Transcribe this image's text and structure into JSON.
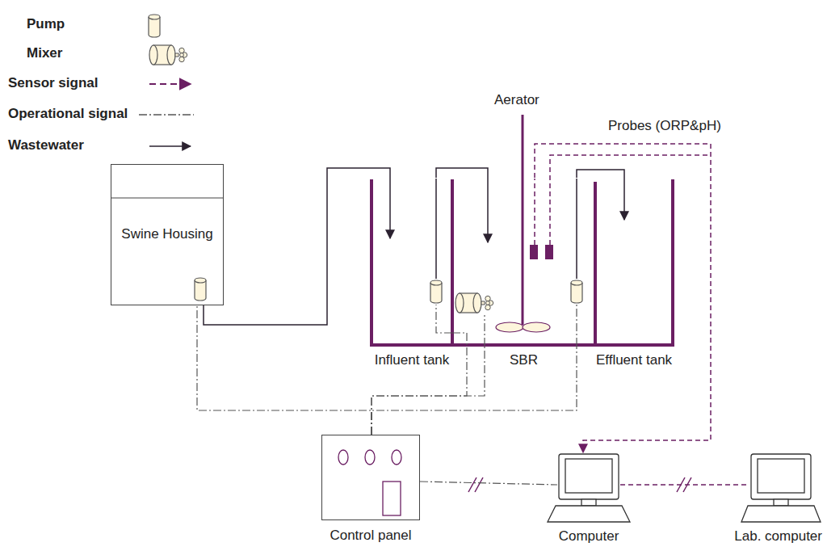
{
  "diagram": {
    "nodes": [
      {
        "text": [
          "Swine Housing"
        ]
      },
      {
        "text": [
          "Influent tank"
        ]
      },
      {
        "text": [
          "SBR"
        ]
      },
      {
        "text": [
          "Effluent tank"
        ]
      },
      {
        "text": [
          "Control panel"
        ]
      },
      {
        "text": [
          "Computer"
        ]
      },
      {
        "text": [
          "Lab. computer"
        ]
      }
    ],
    "edges": [
      {
        "from": 0,
        "to": 1,
        "arrow": "to"
      },
      {
        "from": 1,
        "to": 2,
        "arrow": "to"
      },
      {
        "from": 2,
        "to": 3,
        "arrow": "to"
      },
      {
        "from": 2,
        "to": 5,
        "arrow": "to"
      },
      {
        "from": 4,
        "to": 0,
        "arrow": "none"
      },
      {
        "from": 4,
        "to": 1,
        "arrow": "none"
      },
      {
        "from": 4,
        "to": 2,
        "arrow": "none"
      },
      {
        "from": 4,
        "to": 2,
        "arrow": "none"
      },
      {
        "from": 4,
        "to": 5,
        "arrow": "none"
      },
      {
        "from": 5,
        "to": 6,
        "arrow": "none"
      }
    ],
    "labels": [
      "Aerator",
      "Probes (ORP&pH)"
    ],
    "legend": [
      {
        "text": "Pump"
      },
      {
        "text": "Mixer"
      },
      {
        "text": "Sensor signal"
      },
      {
        "text": "Operational signal"
      },
      {
        "text": "Wastewater"
      }
    ]
  }
}
